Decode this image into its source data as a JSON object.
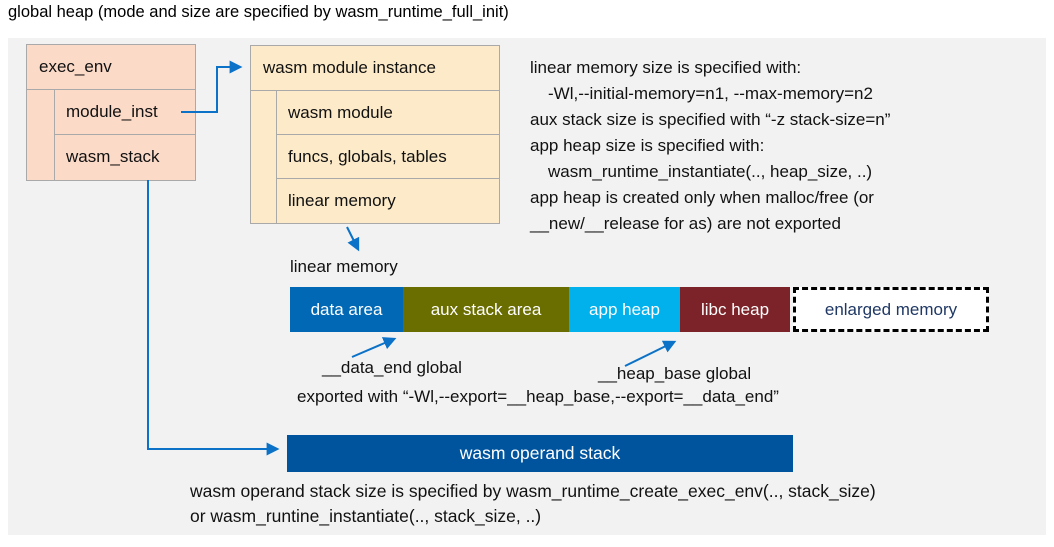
{
  "title": "global heap (mode and size are specified by wasm_runtime_full_init)",
  "exec_env": {
    "header": "exec_env",
    "rows": [
      "module_inst",
      "wasm_stack"
    ]
  },
  "module_instance": {
    "header": "wasm module instance",
    "rows": [
      "wasm module",
      "funcs, globals, tables",
      "linear memory"
    ]
  },
  "notes": {
    "lines": [
      "linear memory size is specified with:",
      "-Wl,--initial-memory=n1, --max-memory=n2",
      "aux stack size is specified with “-z stack-size=n”",
      "app heap size is specified with:",
      "wasm_runtime_instantiate(.., heap_size, ..)",
      "app heap is created only when malloc/free (or",
      "__new/__release for as) are not exported"
    ]
  },
  "memory_bar": {
    "label": "linear memory",
    "segments": [
      {
        "label": "data area",
        "color": "#0068B5"
      },
      {
        "label": "aux stack area",
        "color": "#6A6D00"
      },
      {
        "label": "app heap",
        "color": "#00B1EC"
      },
      {
        "label": "libc heap",
        "color": "#7B2328"
      }
    ],
    "enlarged": {
      "label": "enlarged memory",
      "text_color": "#1F3864"
    }
  },
  "annotations": {
    "data_end": "__data_end global",
    "heap_base": "__heap_base global",
    "exported": "exported with “-Wl,--export=__heap_base,--export=__data_end”"
  },
  "operand_stack": {
    "label": "wasm operand stack",
    "color": "#00549E"
  },
  "bottom_notes": [
    "wasm operand stack size is specified by wasm_runtime_create_exec_env(.., stack_size)",
    "or wasm_runtine_instantiate(.., stack_size, ..)"
  ],
  "colors": {
    "panel_bg": "#F2F2F2",
    "exec_env_fill": "#FCDAC8",
    "instance_fill": "#FDEAC8",
    "box_border": "#A9A9A9",
    "arrow_blue": "#0B72C8",
    "enlarged_border": "#000000"
  }
}
